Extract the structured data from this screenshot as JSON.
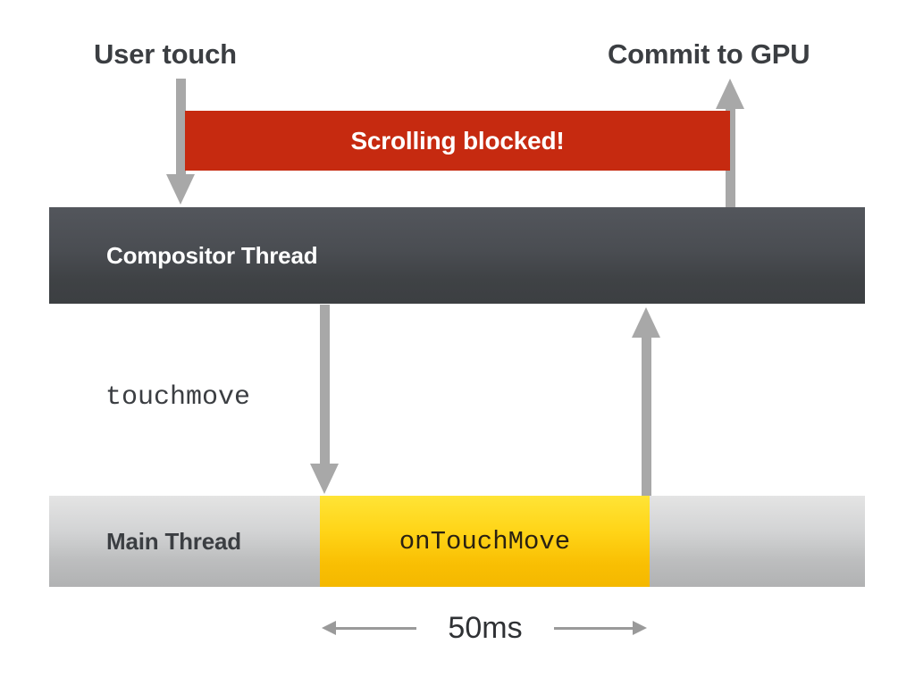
{
  "diagram": {
    "title_user_touch": "User touch",
    "title_commit_gpu": "Commit to GPU",
    "blocked_banner": "Scrolling blocked!",
    "compositor_thread": "Compositor Thread",
    "event_name": "touchmove",
    "main_thread": "Main Thread",
    "handler_name": "onTouchMove",
    "duration_label": "50ms"
  },
  "colors": {
    "blocked_red": "#C62A10",
    "compositor_dark": "#4A4D52",
    "main_thread_gray": "#D2D3D4",
    "handler_yellow": "#FFD417",
    "arrow_gray": "#A8A8A8",
    "text_dark": "#3B3E42",
    "text_light": "#FFFFFF",
    "background": "#FFFFFF"
  }
}
